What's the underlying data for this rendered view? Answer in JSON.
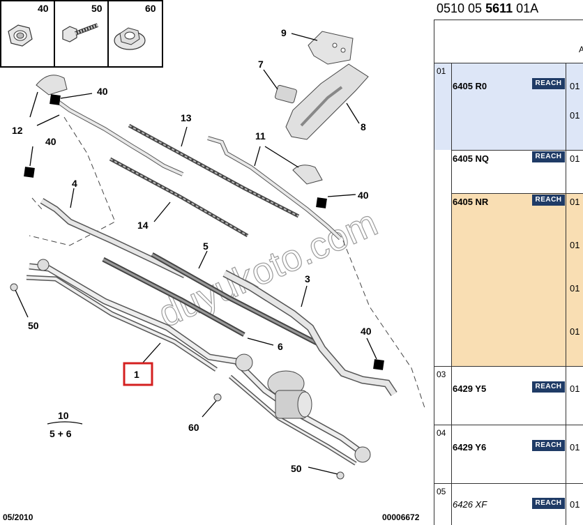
{
  "diagram": {
    "hardware_boxes": [
      {
        "label": "40",
        "icon": "nut-icon"
      },
      {
        "label": "50",
        "icon": "bolt-icon"
      },
      {
        "label": "60",
        "icon": "flange-nut-icon"
      }
    ],
    "callouts": {
      "c40a": "40",
      "c12": "12",
      "c40b": "40",
      "c4": "4",
      "c14": "14",
      "c13": "13",
      "c9": "9",
      "c7": "7",
      "c8": "8",
      "c11": "11",
      "c40c": "40",
      "c5": "5",
      "c3": "3",
      "c50a": "50",
      "c6": "6",
      "c40d": "40",
      "c1": "1",
      "c60": "60",
      "c50b": "50"
    },
    "kit": {
      "top": "10",
      "bottom": "5 + 6"
    },
    "watermark": "duyukoto.com",
    "footer_left": "05/2010",
    "footer_right": "00006672"
  },
  "parts_list": {
    "header": {
      "prefix": "0510 05 ",
      "bold": "5611",
      "suffix": " 01A"
    },
    "header_trunc": "A",
    "rows": [
      {
        "group": "01",
        "ref": "6405 R0",
        "badge": "REACH",
        "qty": [
          "01",
          "01"
        ]
      },
      {
        "group": "",
        "ref": "6405 NQ",
        "badge": "REACH",
        "qty": [
          "01"
        ]
      },
      {
        "group": "",
        "ref": "6405 NR",
        "badge": "REACH",
        "qty": [
          "01",
          "01",
          "01",
          "01"
        ]
      },
      {
        "group": "03",
        "ref": "6429 Y5",
        "badge": "REACH",
        "qty": [
          "01"
        ]
      },
      {
        "group": "04",
        "ref": "6429 Y6",
        "badge": "REACH",
        "qty": [
          "01"
        ]
      },
      {
        "group": "05",
        "ref": "6426 XF",
        "badge": "REACH",
        "qty": [
          "01"
        ]
      }
    ],
    "colors": {
      "highlight_blue": "#dde6f7",
      "highlight_orange": "#f9deb3",
      "badge": "#1f3b66",
      "callout_box": "#d42020"
    }
  }
}
